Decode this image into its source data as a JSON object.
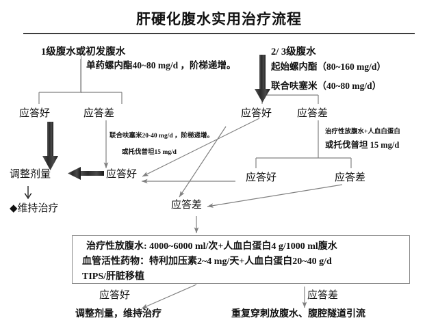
{
  "title": "肝硬化腹水实用治疗流程",
  "branches": {
    "left": {
      "header": "1级腹水或初发腹水",
      "regimen": "单药螺内酯40~80 mg/d ，阶梯递增。",
      "good_label": "应答好",
      "poor_label": "应答差",
      "poor_annot_line1": "联合呋塞米20-40 mg/d ，阶梯递增。",
      "poor_annot_line2": "或托伐普坦15 mg/d",
      "adjust_dose": "调整剂量",
      "second_good": "应答好",
      "maintain": "◆维持治疗"
    },
    "right": {
      "header": "2/ 3级腹水",
      "regimen_line1": "起始螺内酯（80~160 mg/d）",
      "regimen_line2": "联合呋塞米（40~80 mg/d）",
      "good_label": "应答好",
      "poor_label": "应答差",
      "poor_annot_line1": "治疗性放腹水+人血白蛋白",
      "poor_annot_line2": "或托伐普坦 15 mg/d",
      "second_good": "应答好",
      "second_poor": "应答差"
    }
  },
  "converge": {
    "poor_label": "应答差"
  },
  "main_box": {
    "line1": "治疗性放腹水: 4000~6000 ml/次+人血白蛋白4 g/1000 ml腹水",
    "line2": "血管活性药物：特利加压素2~4 mg/天+人血白蛋白20~40 g/d",
    "line3": "TIPS/肝脏移植"
  },
  "outcomes": {
    "good_label": "应答好",
    "good_action": "调整剂量，维持治疗",
    "poor_label": "应答差",
    "poor_action": "重复穿刺放腹水、腹腔隧道引流"
  },
  "colors": {
    "ink": "#111111",
    "rule": "#3d3d3d",
    "wire": "#808080",
    "box_border": "#8a8a8a",
    "thick_arrow": "#2b2b2b"
  }
}
